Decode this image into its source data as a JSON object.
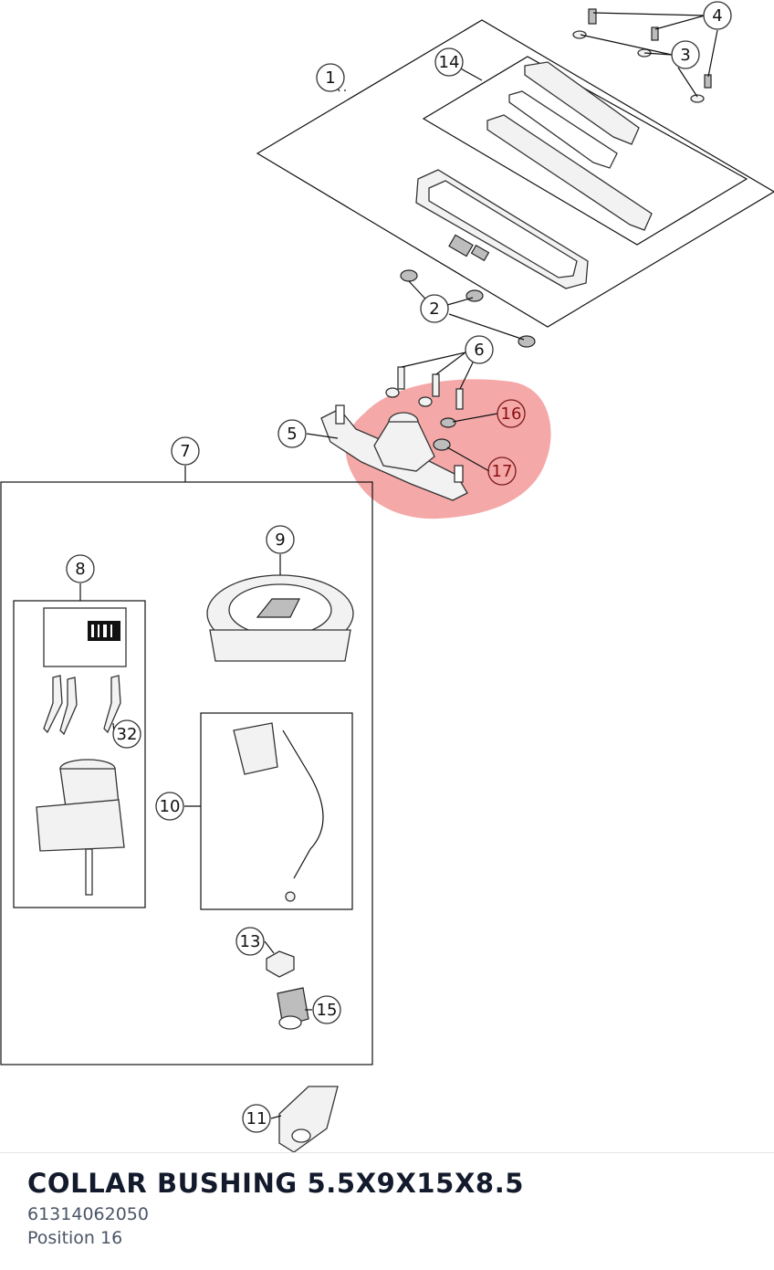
{
  "diagram": {
    "callouts": {
      "c1": "1",
      "c2": "2",
      "c3": "3",
      "c4": "4",
      "c5": "5",
      "c6": "6",
      "c7": "7",
      "c8": "8",
      "c9": "9",
      "c10": "10",
      "c11": "11",
      "c13": "13",
      "c14": "14",
      "c15": "15",
      "c16": "16",
      "c17": "17",
      "c32": "32"
    },
    "highlight_color": "#f28b8b",
    "highlighted_position": "16"
  },
  "part": {
    "title": "COLLAR BUSHING 5.5X9X15X8.5",
    "number": "61314062050",
    "position": "Position 16"
  }
}
